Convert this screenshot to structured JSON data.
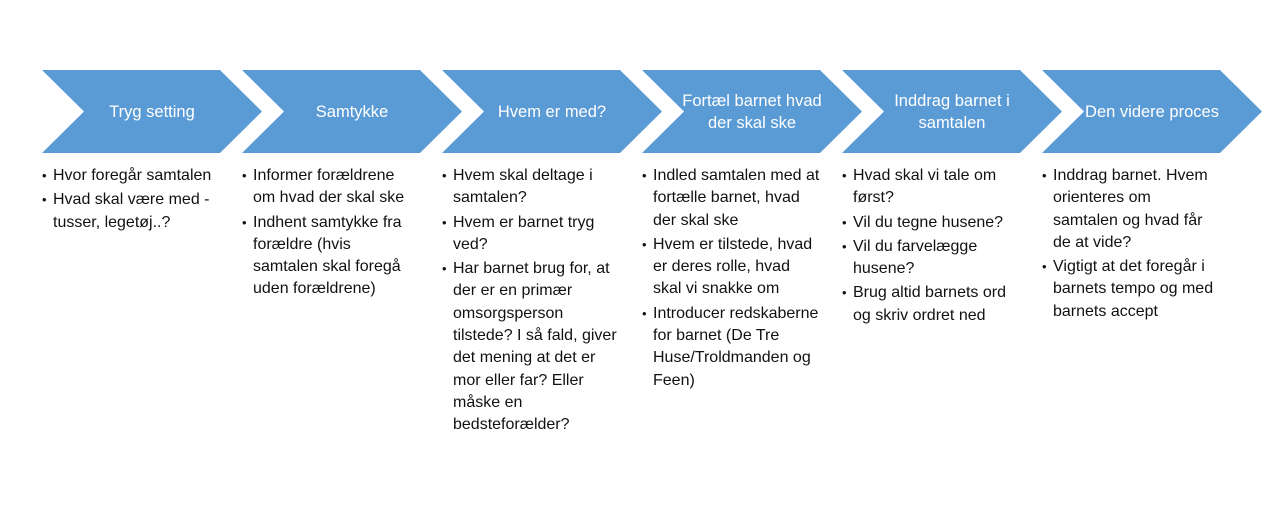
{
  "colors": {
    "chevron": "#5B9BD5",
    "text": "#111111"
  },
  "steps": [
    {
      "title": "Tryg setting",
      "bullets": [
        "Hvor foregår samtalen",
        "Hvad skal være med - tusser, legetøj..?"
      ]
    },
    {
      "title": "Samtykke",
      "bullets": [
        "Informer forældrene om hvad der skal ske",
        "Indhent samtykke fra forældre (hvis samtalen skal foregå uden forældrene)"
      ]
    },
    {
      "title": "Hvem er med?",
      "bullets": [
        "Hvem skal deltage i samtalen?",
        "Hvem er barnet tryg ved?",
        "Har barnet brug for, at der er en primær omsorgsperson tilstede? I så fald, giver det mening at det er mor eller far? Eller måske en bedsteforælder?"
      ]
    },
    {
      "title": "Fortæl barnet hvad der skal ske",
      "bullets": [
        "Indled samtalen med at fortælle barnet, hvad der skal ske",
        "Hvem er tilstede, hvad er deres rolle, hvad skal vi snakke om",
        "Introducer redskaberne for barnet (De Tre Huse/Troldmanden og Feen)"
      ]
    },
    {
      "title": "Inddrag barnet i samtalen",
      "bullets": [
        "Hvad skal vi tale om først?",
        "Vil du tegne husene?",
        "Vil du farvelægge husene?",
        "Brug altid barnets ord og skriv ordret ned"
      ]
    },
    {
      "title": "Den videre proces",
      "bullets": [
        "Inddrag barnet. Hvem orienteres om samtalen og hvad får de at vide?",
        "Vigtigt at det foregår i barnets tempo og med barnets accept"
      ]
    }
  ]
}
